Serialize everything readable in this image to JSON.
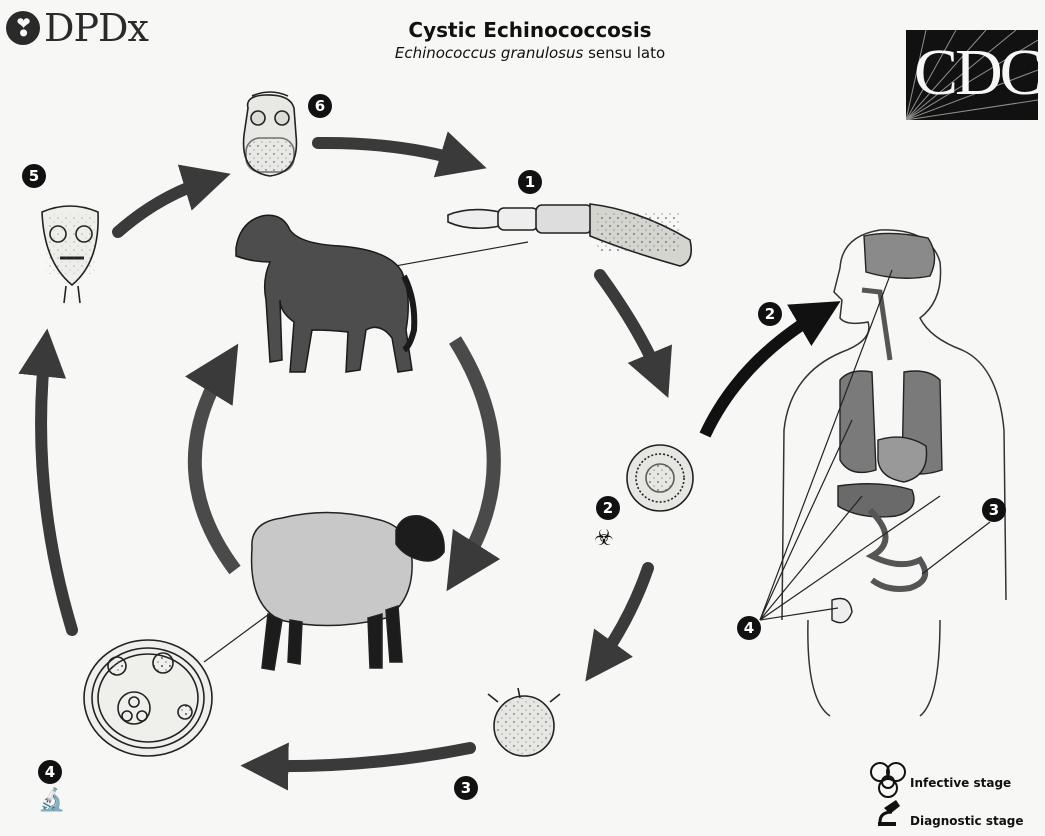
{
  "header": {
    "logo_text": "DPDx",
    "logo_mark": "❣",
    "title": "Cystic Echinococcosis",
    "subtitle_italic": "Echinococcus granulosus",
    "subtitle_rest": " sensu lato",
    "org_logo": "CDC"
  },
  "steps": {
    "s1": "1",
    "s2_right": "2",
    "s2_left": "2",
    "s3_right": "3",
    "s3_bottom": "3",
    "s4_right": "4",
    "s4_left": "4",
    "s5": "5",
    "s6": "6"
  },
  "icons": {
    "biohazard": "☣",
    "microscope": "🔬"
  },
  "legend": {
    "infective": "Infective stage",
    "diagnostic": "Diagnostic stage"
  },
  "colors": {
    "arrow": "#3a3a3a",
    "dog": "#4d4d4d",
    "sheep_wool": "#c8c8c8",
    "sheep_head": "#1c1c1c",
    "organ": "#7a7a7a"
  }
}
